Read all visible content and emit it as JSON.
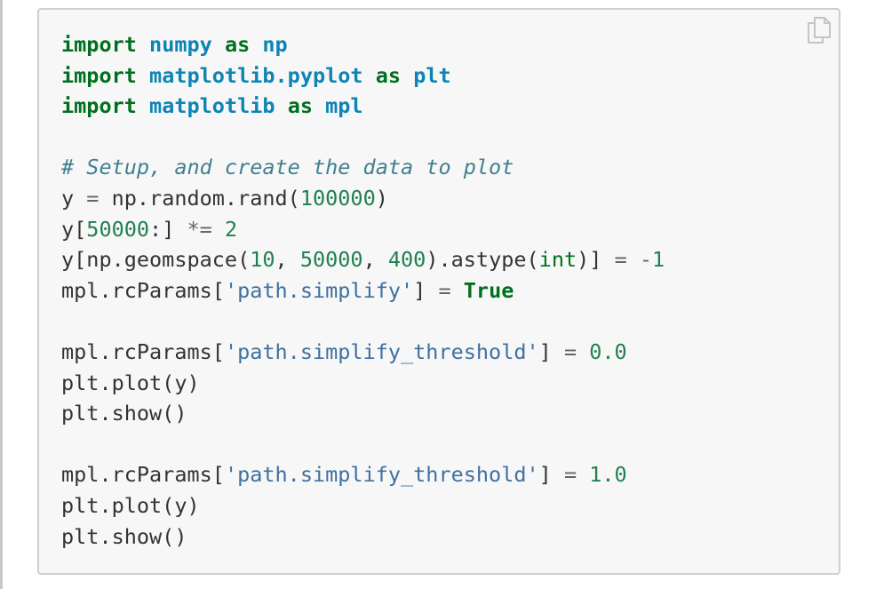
{
  "code_block": {
    "language": "python",
    "copy_button": {
      "icon": "copy-icon"
    },
    "colors": {
      "keyword": "#007020",
      "module_name": "#0e84b5",
      "number": "#208050",
      "string": "#4070a0",
      "comment": "#408090",
      "text": "#333333",
      "background": "#f7f7f7",
      "border": "#cfcfcf"
    },
    "lines": [
      [
        {
          "t": "kw",
          "v": "import"
        },
        {
          "t": "txt",
          "v": " "
        },
        {
          "t": "name",
          "v": "numpy"
        },
        {
          "t": "txt",
          "v": " "
        },
        {
          "t": "kw",
          "v": "as"
        },
        {
          "t": "txt",
          "v": " "
        },
        {
          "t": "name",
          "v": "np"
        }
      ],
      [
        {
          "t": "kw",
          "v": "import"
        },
        {
          "t": "txt",
          "v": " "
        },
        {
          "t": "name",
          "v": "matplotlib.pyplot"
        },
        {
          "t": "txt",
          "v": " "
        },
        {
          "t": "kw",
          "v": "as"
        },
        {
          "t": "txt",
          "v": " "
        },
        {
          "t": "name",
          "v": "plt"
        }
      ],
      [
        {
          "t": "kw",
          "v": "import"
        },
        {
          "t": "txt",
          "v": " "
        },
        {
          "t": "name",
          "v": "matplotlib"
        },
        {
          "t": "txt",
          "v": " "
        },
        {
          "t": "kw",
          "v": "as"
        },
        {
          "t": "txt",
          "v": " "
        },
        {
          "t": "name",
          "v": "mpl"
        }
      ],
      [],
      [
        {
          "t": "com",
          "v": "# Setup, and create the data to plot"
        }
      ],
      [
        {
          "t": "txt",
          "v": "y "
        },
        {
          "t": "op",
          "v": "="
        },
        {
          "t": "txt",
          "v": " np.random.rand("
        },
        {
          "t": "num",
          "v": "100000"
        },
        {
          "t": "txt",
          "v": ")"
        }
      ],
      [
        {
          "t": "txt",
          "v": "y["
        },
        {
          "t": "num",
          "v": "50000"
        },
        {
          "t": "txt",
          "v": ":] "
        },
        {
          "t": "op",
          "v": "*="
        },
        {
          "t": "txt",
          "v": " "
        },
        {
          "t": "num",
          "v": "2"
        }
      ],
      [
        {
          "t": "txt",
          "v": "y[np.geomspace("
        },
        {
          "t": "num",
          "v": "10"
        },
        {
          "t": "txt",
          "v": ", "
        },
        {
          "t": "num",
          "v": "50000"
        },
        {
          "t": "txt",
          "v": ", "
        },
        {
          "t": "num",
          "v": "400"
        },
        {
          "t": "txt",
          "v": ").astype("
        },
        {
          "t": "bi",
          "v": "int"
        },
        {
          "t": "txt",
          "v": ")] "
        },
        {
          "t": "op",
          "v": "="
        },
        {
          "t": "txt",
          "v": " "
        },
        {
          "t": "op",
          "v": "-"
        },
        {
          "t": "num",
          "v": "1"
        }
      ],
      [
        {
          "t": "txt",
          "v": "mpl.rcParams["
        },
        {
          "t": "str",
          "v": "'path.simplify'"
        },
        {
          "t": "txt",
          "v": "] "
        },
        {
          "t": "op",
          "v": "="
        },
        {
          "t": "txt",
          "v": " "
        },
        {
          "t": "kw",
          "v": "True"
        }
      ],
      [],
      [
        {
          "t": "txt",
          "v": "mpl.rcParams["
        },
        {
          "t": "str",
          "v": "'path.simplify_threshold'"
        },
        {
          "t": "txt",
          "v": "] "
        },
        {
          "t": "op",
          "v": "="
        },
        {
          "t": "txt",
          "v": " "
        },
        {
          "t": "num",
          "v": "0.0"
        }
      ],
      [
        {
          "t": "txt",
          "v": "plt.plot(y)"
        }
      ],
      [
        {
          "t": "txt",
          "v": "plt.show()"
        }
      ],
      [],
      [
        {
          "t": "txt",
          "v": "mpl.rcParams["
        },
        {
          "t": "str",
          "v": "'path.simplify_threshold'"
        },
        {
          "t": "txt",
          "v": "] "
        },
        {
          "t": "op",
          "v": "="
        },
        {
          "t": "txt",
          "v": " "
        },
        {
          "t": "num",
          "v": "1.0"
        }
      ],
      [
        {
          "t": "txt",
          "v": "plt.plot(y)"
        }
      ],
      [
        {
          "t": "txt",
          "v": "plt.show()"
        }
      ]
    ]
  }
}
